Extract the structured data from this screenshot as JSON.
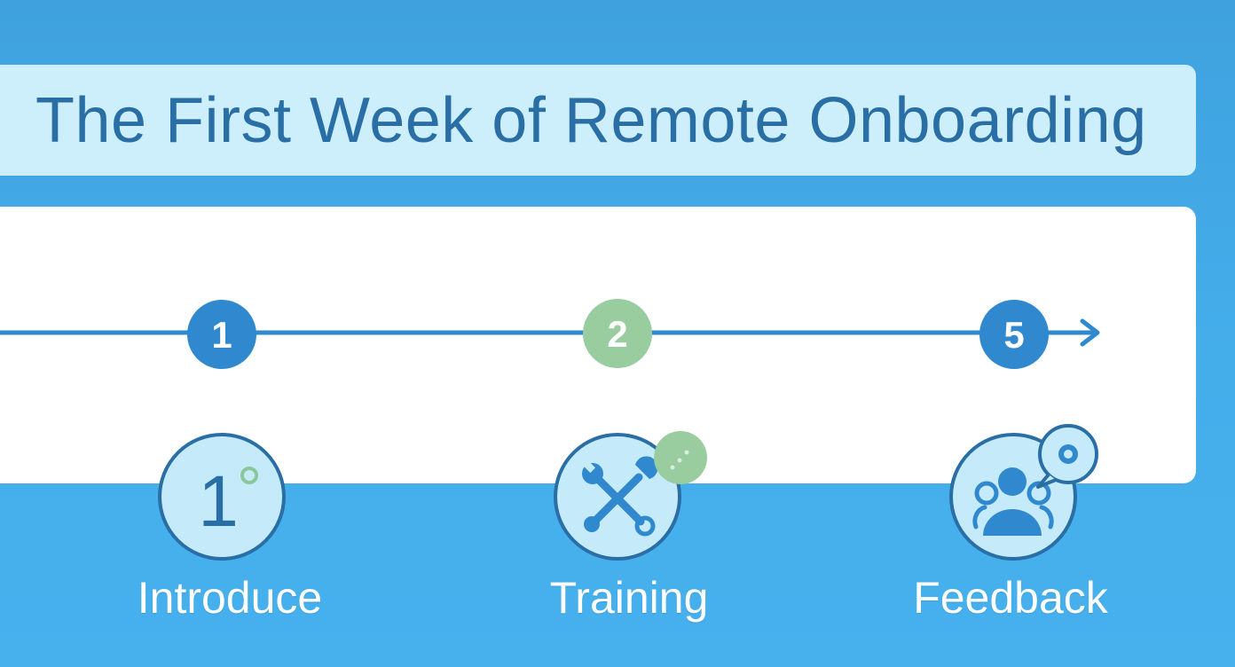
{
  "title": "The First Week of Remote Onboarding",
  "colors": {
    "background": "#44aeeb",
    "title_banner": "#cdeefb",
    "title_text": "#2a6ea6",
    "timeline": "#3089cf",
    "step_blue": "#3089cf",
    "step_green": "#99cc9f",
    "icon_fill": "#c5ebfa",
    "icon_stroke": "#2a6ea6"
  },
  "steps": [
    {
      "number": "1",
      "label": "Introduce",
      "icon": "number-one-icon",
      "icon_text": "1",
      "marker_color": "blue"
    },
    {
      "number": "2",
      "label": "Training",
      "icon": "tools-icon",
      "marker_color": "green"
    },
    {
      "number": "5",
      "label": "Feedback",
      "icon": "team-feedback-icon",
      "marker_color": "blue"
    }
  ]
}
